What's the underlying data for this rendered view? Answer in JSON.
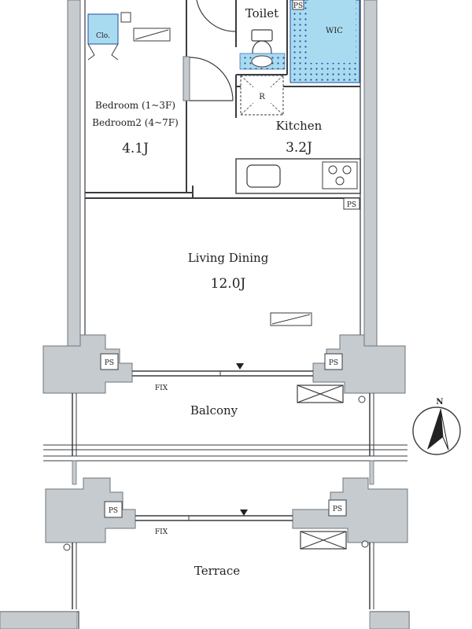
{
  "colors": {
    "wall": "#c6cbcf",
    "wall_edge": "#6f7478",
    "line": "#3a3d40",
    "storage_fill": "#a9dbf0",
    "storage_dots": "#1e4fa0",
    "background": "#ffffff"
  },
  "rooms": {
    "toilet": {
      "label": "Toilet"
    },
    "wic": {
      "label": "WIC"
    },
    "closet": {
      "label": "Clo."
    },
    "refrigerator": {
      "label": "R"
    },
    "bedroom": {
      "label_line1": "Bedroom (1~3F)",
      "label_line2": "Bedroom2 (4~7F)",
      "area": "4.1J"
    },
    "kitchen": {
      "label": "Kitchen",
      "area": "3.2J"
    },
    "living_dining": {
      "label": "Living Dining",
      "area": "12.0J"
    },
    "balcony": {
      "label": "Balcony"
    },
    "terrace": {
      "label": "Terrace"
    }
  },
  "tags": {
    "pipe_space": "PS",
    "fixed_window": "FIX"
  },
  "compass": {
    "label": "N",
    "icon": "north-arrow-icon"
  }
}
